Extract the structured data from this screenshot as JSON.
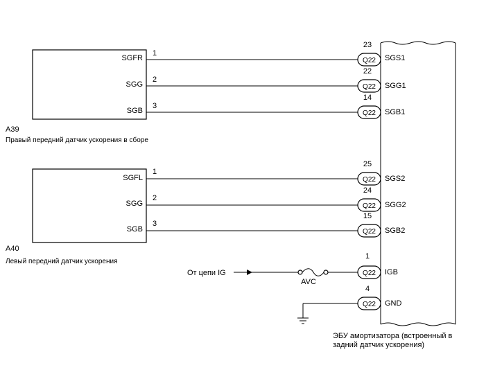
{
  "sensors": [
    {
      "id": "A39",
      "description": "Правый передний датчик ускорения в сборе",
      "pins": [
        {
          "name": "SGFR",
          "pin": "1",
          "ecu_pin": "23",
          "connector": "Q22",
          "ecu_name": "SGS1"
        },
        {
          "name": "SGG",
          "pin": "2",
          "ecu_pin": "22",
          "connector": "Q22",
          "ecu_name": "SGG1"
        },
        {
          "name": "SGB",
          "pin": "3",
          "ecu_pin": "14",
          "connector": "Q22",
          "ecu_name": "SGB1"
        }
      ]
    },
    {
      "id": "A40",
      "description": "Левый передний датчик ускорения",
      "pins": [
        {
          "name": "SGFL",
          "pin": "1",
          "ecu_pin": "25",
          "connector": "Q22",
          "ecu_name": "SGS2"
        },
        {
          "name": "SGG",
          "pin": "2",
          "ecu_pin": "24",
          "connector": "Q22",
          "ecu_name": "SGG2"
        },
        {
          "name": "SGB",
          "pin": "3",
          "ecu_pin": "15",
          "connector": "Q22",
          "ecu_name": "SGB2"
        }
      ]
    }
  ],
  "power": {
    "source_label": "От цепи IG",
    "fuse_label": "AVC",
    "ecu_pin": "1",
    "connector": "Q22",
    "ecu_name": "IGB"
  },
  "ground": {
    "ecu_pin": "4",
    "connector": "Q22",
    "ecu_name": "GND"
  },
  "ecu": {
    "line1": "ЭБУ амортизатора (встроенный в",
    "line2": "задний датчик ускорения)"
  }
}
